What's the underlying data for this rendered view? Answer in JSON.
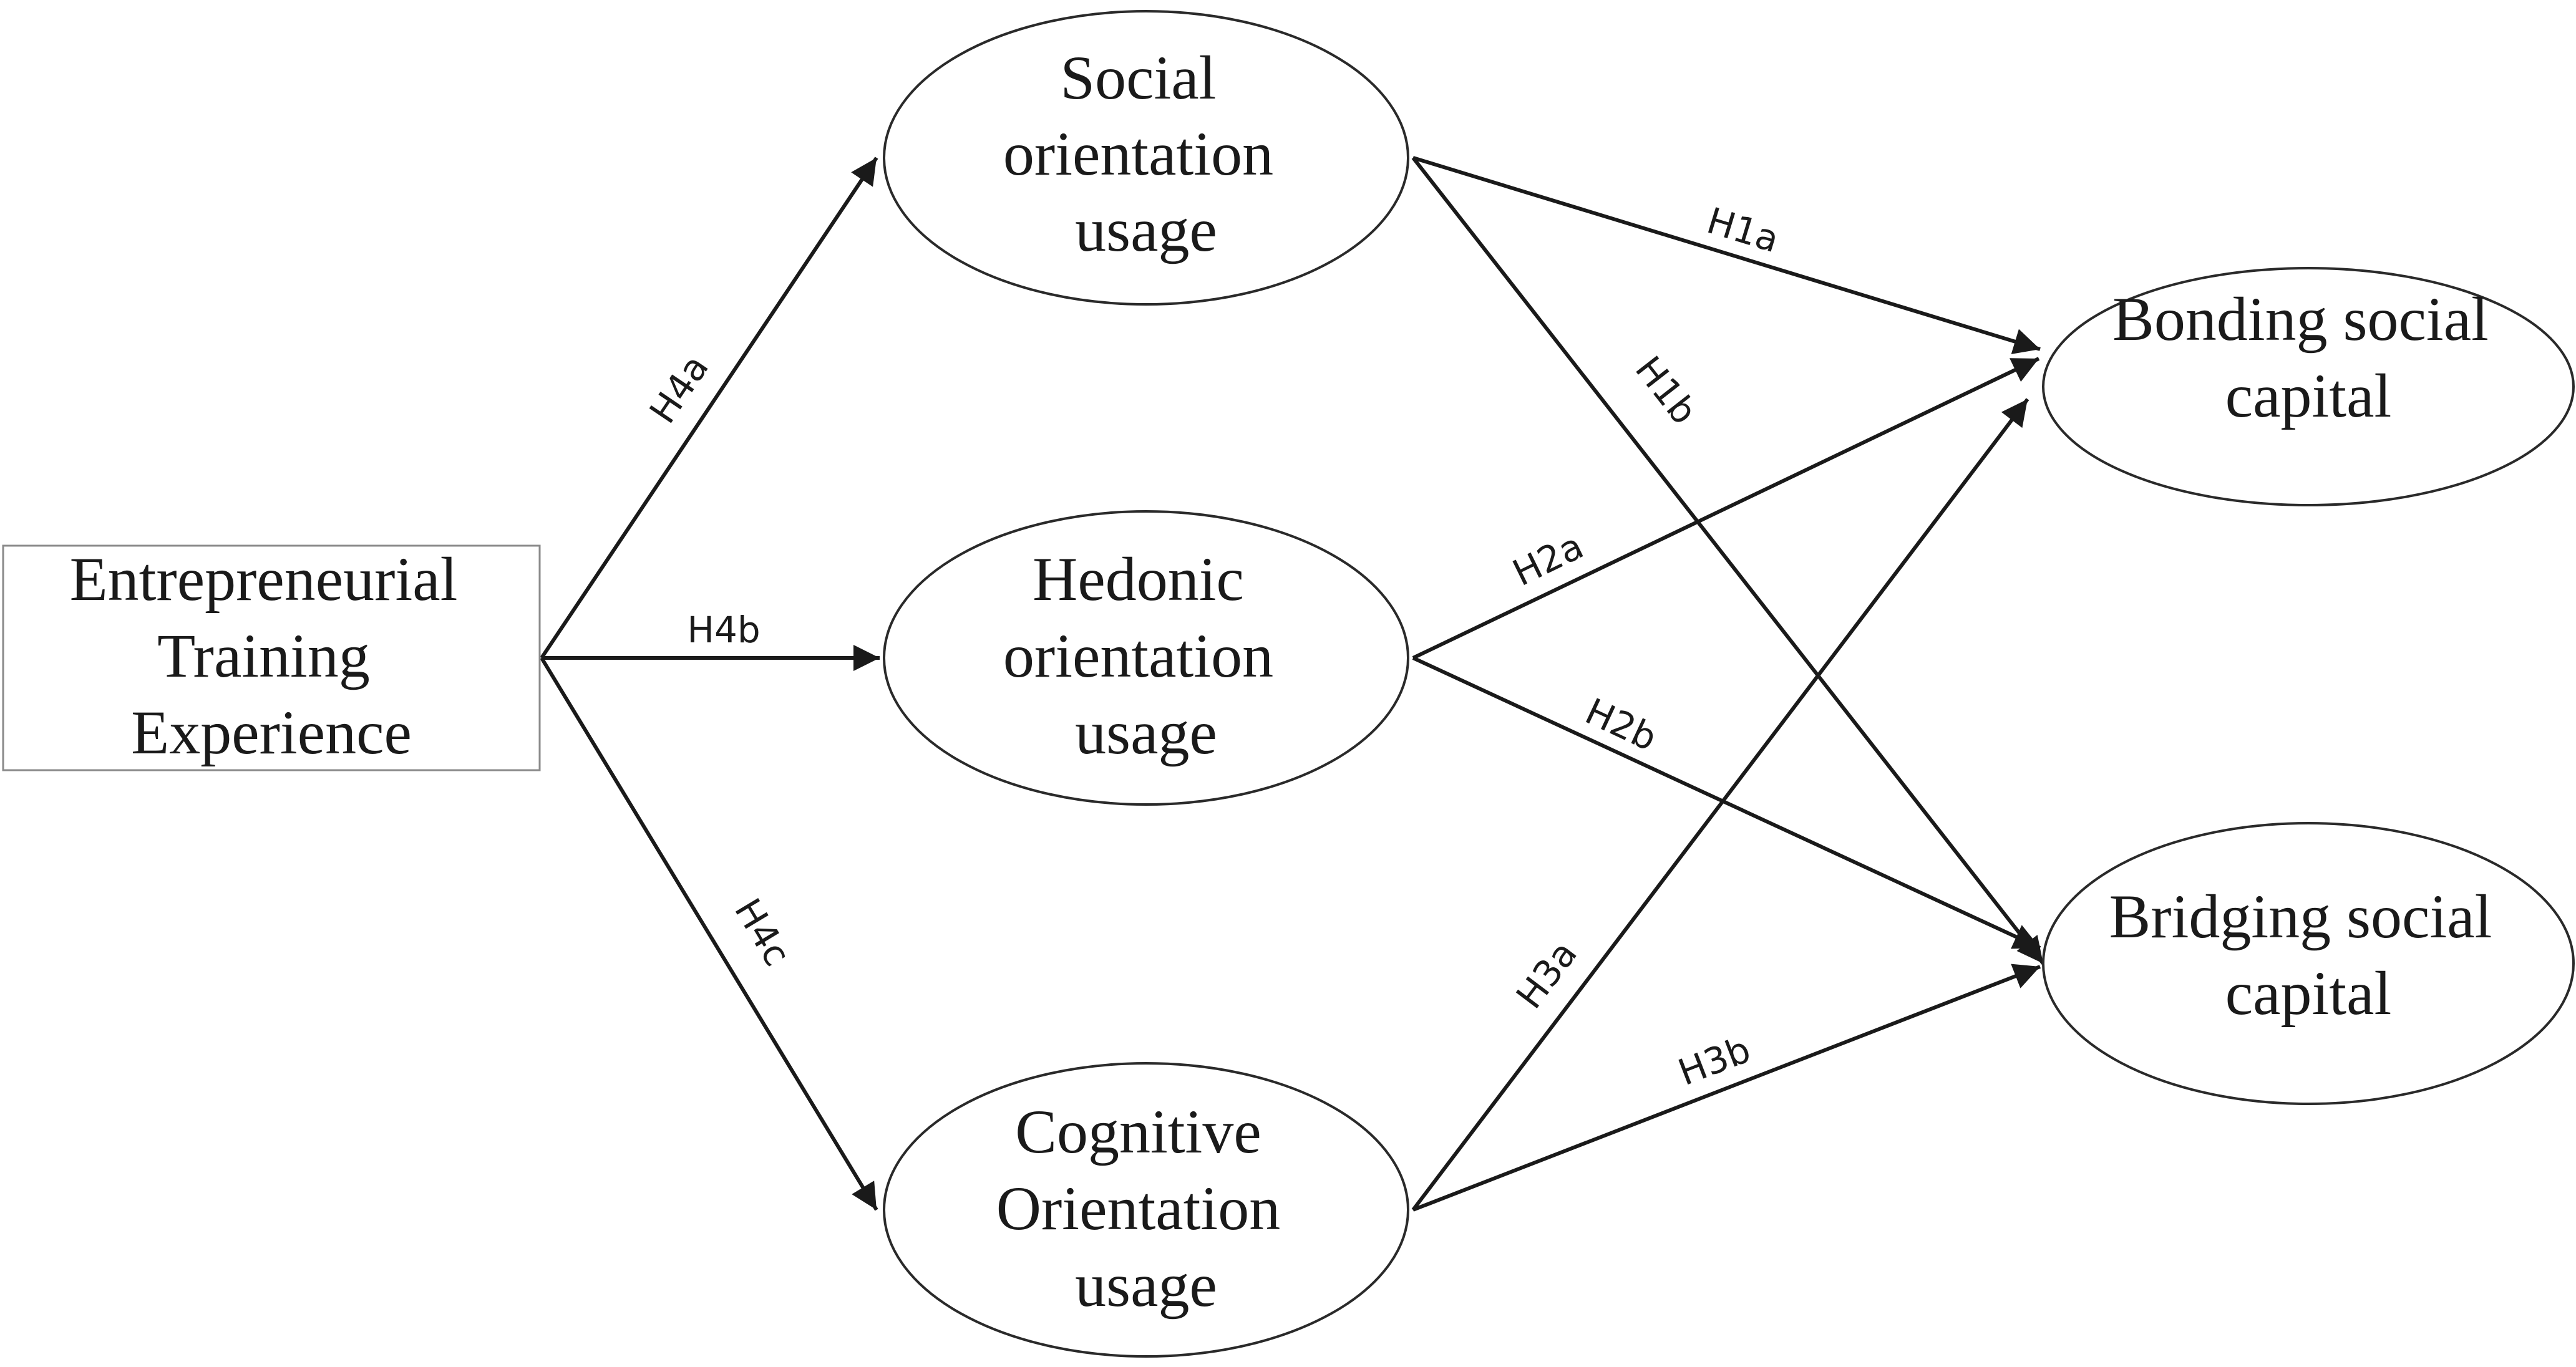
{
  "nodes": {
    "ete": {
      "lines": [
        "Entrepreneurial",
        "Training",
        "Experience"
      ]
    },
    "social": {
      "lines": [
        "Social",
        "orientation",
        "usage"
      ]
    },
    "hedonic": {
      "lines": [
        "Hedonic",
        "orientation",
        "usage"
      ]
    },
    "cognitive": {
      "lines": [
        "Cognitive",
        "Orientation",
        "usage"
      ]
    },
    "bonding": {
      "lines": [
        "Bonding social",
        "capital"
      ]
    },
    "bridging": {
      "lines": [
        "Bridging social",
        "capital"
      ]
    }
  },
  "edges": {
    "h4a": {
      "label": "H4a",
      "from": "ete",
      "to": "social"
    },
    "h4b": {
      "label": "H4b",
      "from": "ete",
      "to": "hedonic"
    },
    "h4c": {
      "label": "H4c",
      "from": "ete",
      "to": "cognitive"
    },
    "h1a": {
      "label": "H1a",
      "from": "social",
      "to": "bonding"
    },
    "h1b": {
      "label": "H1b",
      "from": "social",
      "to": "bridging"
    },
    "h2a": {
      "label": "H2a",
      "from": "hedonic",
      "to": "bonding"
    },
    "h2b": {
      "label": "H2b",
      "from": "hedonic",
      "to": "bridging"
    },
    "h3a": {
      "label": "H3a",
      "from": "cognitive",
      "to": "bonding"
    },
    "h3b": {
      "label": "H3b",
      "from": "cognitive",
      "to": "bridging"
    }
  }
}
